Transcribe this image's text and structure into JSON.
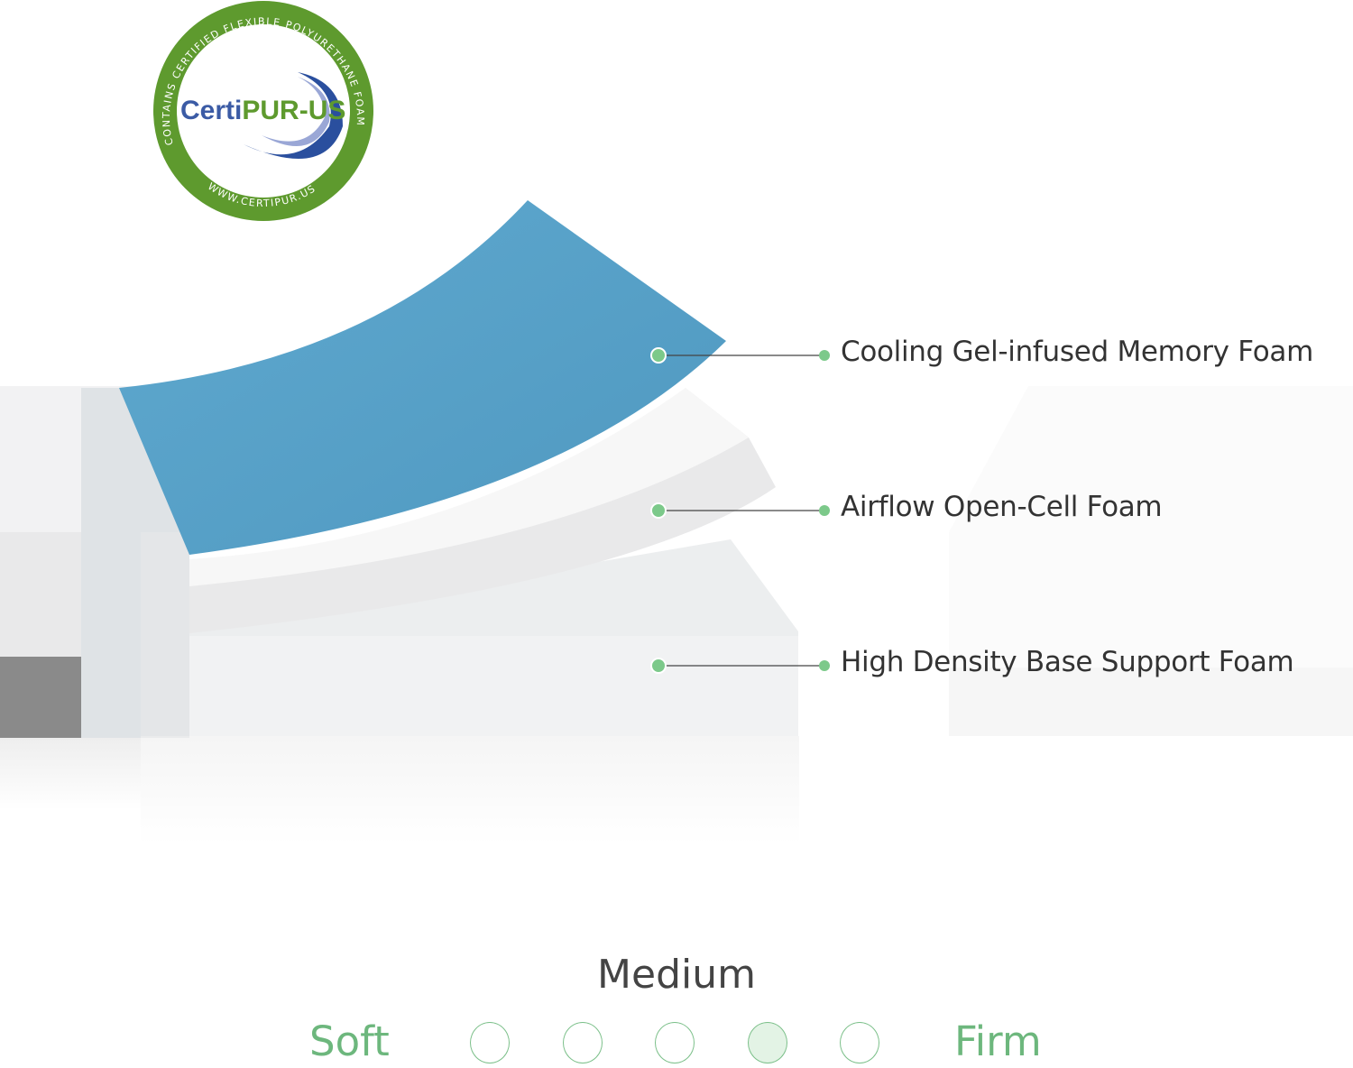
{
  "badge": {
    "brand": "CertiPUR-US",
    "brand_prefix": "Certi",
    "brand_suffix": "PUR-US",
    "ring_text_top": "CONTAINS CERTIFIED FLEXIBLE POLYURETHANE FOAM",
    "ring_text_bottom": "WWW.CERTIPUR.US"
  },
  "layers": [
    {
      "label": "Cooling Gel-infused Memory Foam"
    },
    {
      "label": "Airflow Open-Cell Foam"
    },
    {
      "label": "High Density Base Support Foam"
    }
  ],
  "firmness": {
    "title": "Medium",
    "min_label": "Soft",
    "max_label": "Firm",
    "level": 4,
    "scale_max": 5
  },
  "colors": {
    "accent_green": "#6db77d",
    "badge_green": "#5e9a2e",
    "gel_blue": "#5aa3c9"
  }
}
